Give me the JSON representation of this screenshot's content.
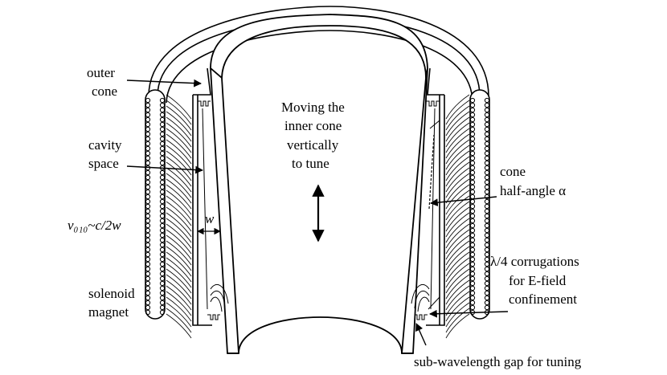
{
  "labels": {
    "outer_cone": [
      "outer",
      "cone"
    ],
    "cavity_space": [
      "cavity",
      "space"
    ],
    "moving": [
      "Moving the",
      "inner cone",
      "vertically",
      "to tune"
    ],
    "cone_half_angle": [
      "cone",
      "half-angle α"
    ],
    "frequency": "ν₀₁₀~c/2w",
    "width": "w",
    "corrugations": [
      "λ/4 corrugations",
      "for E-field",
      "confinement"
    ],
    "solenoid": [
      "solenoid",
      "magnet"
    ],
    "gap": "sub-wavelength gap for tuning"
  },
  "colors": {
    "line": "#000000",
    "background": "#ffffff"
  }
}
